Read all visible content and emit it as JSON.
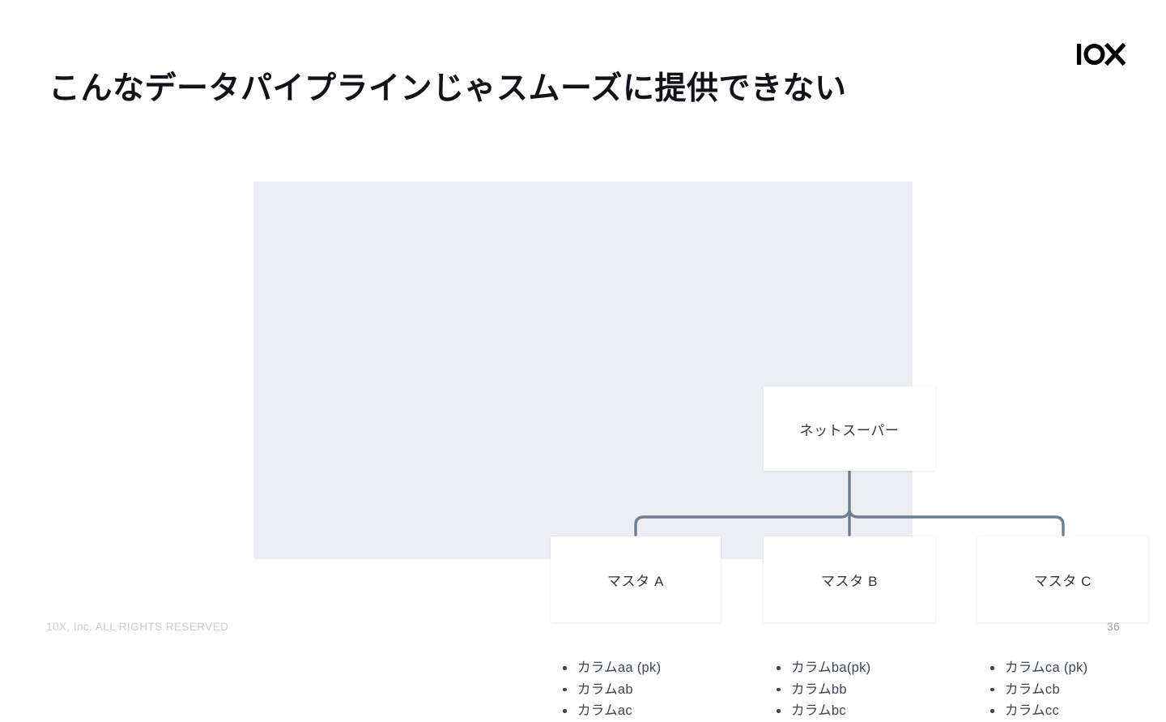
{
  "slide": {
    "title": "こんなデータパイプラインじゃスムーズに提供できない",
    "page_number": "36",
    "copyright": "10X, Inc. ALL RIGHTS RESERVED",
    "logo_alt": "10X",
    "colors": {
      "background": "#ffffff",
      "panel": "#ebeff4",
      "card": "#ffffff",
      "title_text": "#10141a",
      "card_text": "#2d3643",
      "list_text": "#3b4654",
      "connector": "#6f7f8e",
      "footer_text": "#c9ccd2",
      "page_number_text": "#98a2af"
    }
  },
  "diagram": {
    "root": {
      "label": "ネットスーパー"
    },
    "masters": [
      {
        "label": "マスタ A",
        "columns": [
          "カラムaa (pk)",
          "カラムab",
          "カラムac"
        ]
      },
      {
        "label": "マスタ B",
        "columns": [
          "カラムba(pk)",
          "カラムbb",
          "カラムbc"
        ]
      },
      {
        "label": "マスタ C",
        "columns": [
          "カラムca (pk)",
          "カラムcb",
          "カラムcc"
        ]
      }
    ]
  }
}
